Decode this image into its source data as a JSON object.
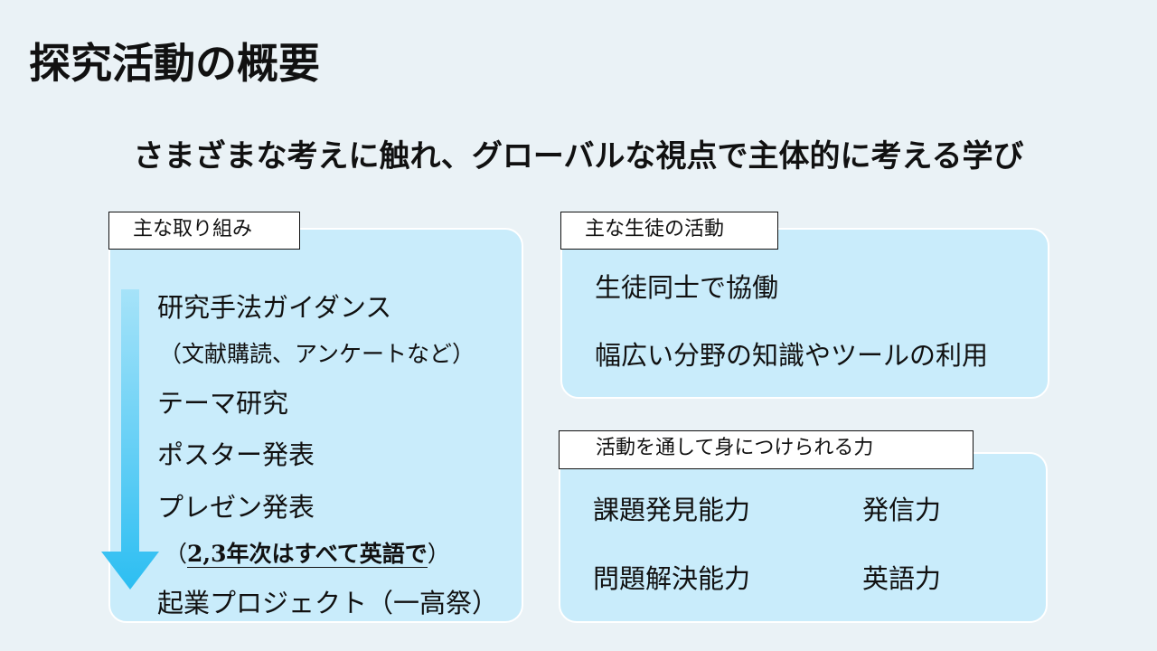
{
  "title": "探究活動の概要",
  "subtitle": "さまざまな考えに触れ、グローバルな視点で主体的に考える学び",
  "main_efforts": {
    "label": "主な取り組み",
    "items": [
      "研究手法ガイダンス",
      "（文献購読、アンケートなど）",
      "テーマ研究",
      "ポスター発表",
      "プレゼン発表",
      "起業プロジェクト（一高祭）"
    ],
    "note_open": "（",
    "note_underlined": "2,3年次はすべて英語で",
    "note_close": "）"
  },
  "student_activities": {
    "label": "主な生徒の活動",
    "items": [
      "生徒同士で協働",
      "幅広い分野の知識やツールの利用"
    ]
  },
  "skills": {
    "label": "活動を通して身につけられる力",
    "items": [
      "課題発見能力",
      "発信力",
      "問題解決能力",
      "英語力"
    ]
  },
  "colors": {
    "background": "#eaf2f6",
    "panel": "#c9ecfb",
    "arrow": "#2cbef2"
  }
}
